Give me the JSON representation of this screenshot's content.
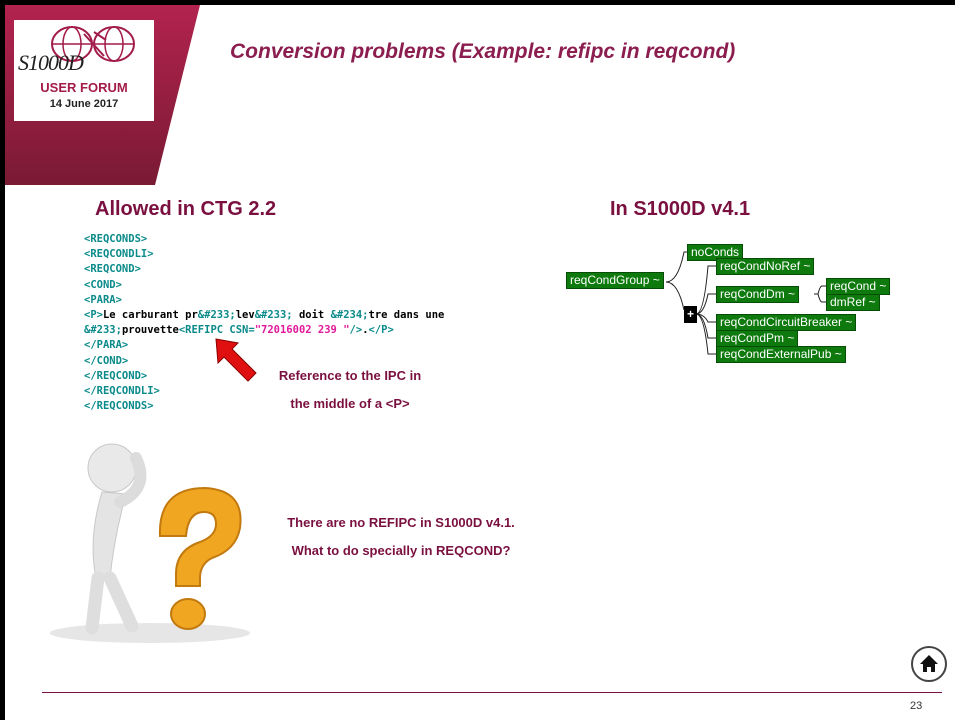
{
  "logo": {
    "brand": "S1000D",
    "forum": "USER FORUM",
    "date": "14 June 2017"
  },
  "title": "Conversion problems (Example: refipc in reqcond)",
  "left_heading": "Allowed in CTG 2.2",
  "right_heading": "In S1000D v4.1",
  "code_lines": {
    "l1": "<REQCONDS>",
    "l2": "<REQCONDLI>",
    "l3": "<REQCOND>",
    "l4": "<COND>",
    "l5": "<PARA>",
    "l6a": "<P>",
    "l6b": "Le carburant pr",
    "l6c": "&#233;",
    "l6d": "lev",
    "l6e": "&#233;",
    "l6f": " doit ",
    "l6g": "&#234;",
    "l6h": "tre dans une",
    "l7a": "&#233;",
    "l7b": "prouvette",
    "l7c": "<REFIPC CSN=",
    "l7d": "\"72016002 239 \"",
    "l7e": "/>",
    "l7f": ".",
    "l7g": "</P>",
    "l8": "</PARA>",
    "l9": "</COND>",
    "l10": "</REQCOND>",
    "l11": "</REQCONDLI>",
    "l12": "</REQCONDS>"
  },
  "callout": {
    "line1": "Reference to the IPC in",
    "line2": "the middle of a <P>"
  },
  "question": {
    "line1": "There are no REFIPC in S1000D v4.1.",
    "line2": "What to do specially in REQCOND?"
  },
  "tree": {
    "root": "reqCondGroup ~",
    "no_conds": "noConds",
    "no_ref": "reqCondNoRef ~",
    "dm": "reqCondDm ~",
    "dm_req_cond": "reqCond ~",
    "dm_ref": "dmRef ~",
    "plus": "+",
    "circuit_breaker": "reqCondCircuitBreaker ~",
    "pm": "reqCondPm ~",
    "external_pub": "reqCondExternalPub ~"
  },
  "page_number": "23",
  "colors": {
    "accent": "#8b1d4f",
    "tree_node": "#0e7a0e",
    "code_tag": "#0a8a8a",
    "code_attr": "#e2189a",
    "arrow": "#e01010"
  },
  "icons": [
    "globe-icon",
    "arrow-icon",
    "thinking-figure-icon",
    "question-mark-icon",
    "home-icon"
  ]
}
